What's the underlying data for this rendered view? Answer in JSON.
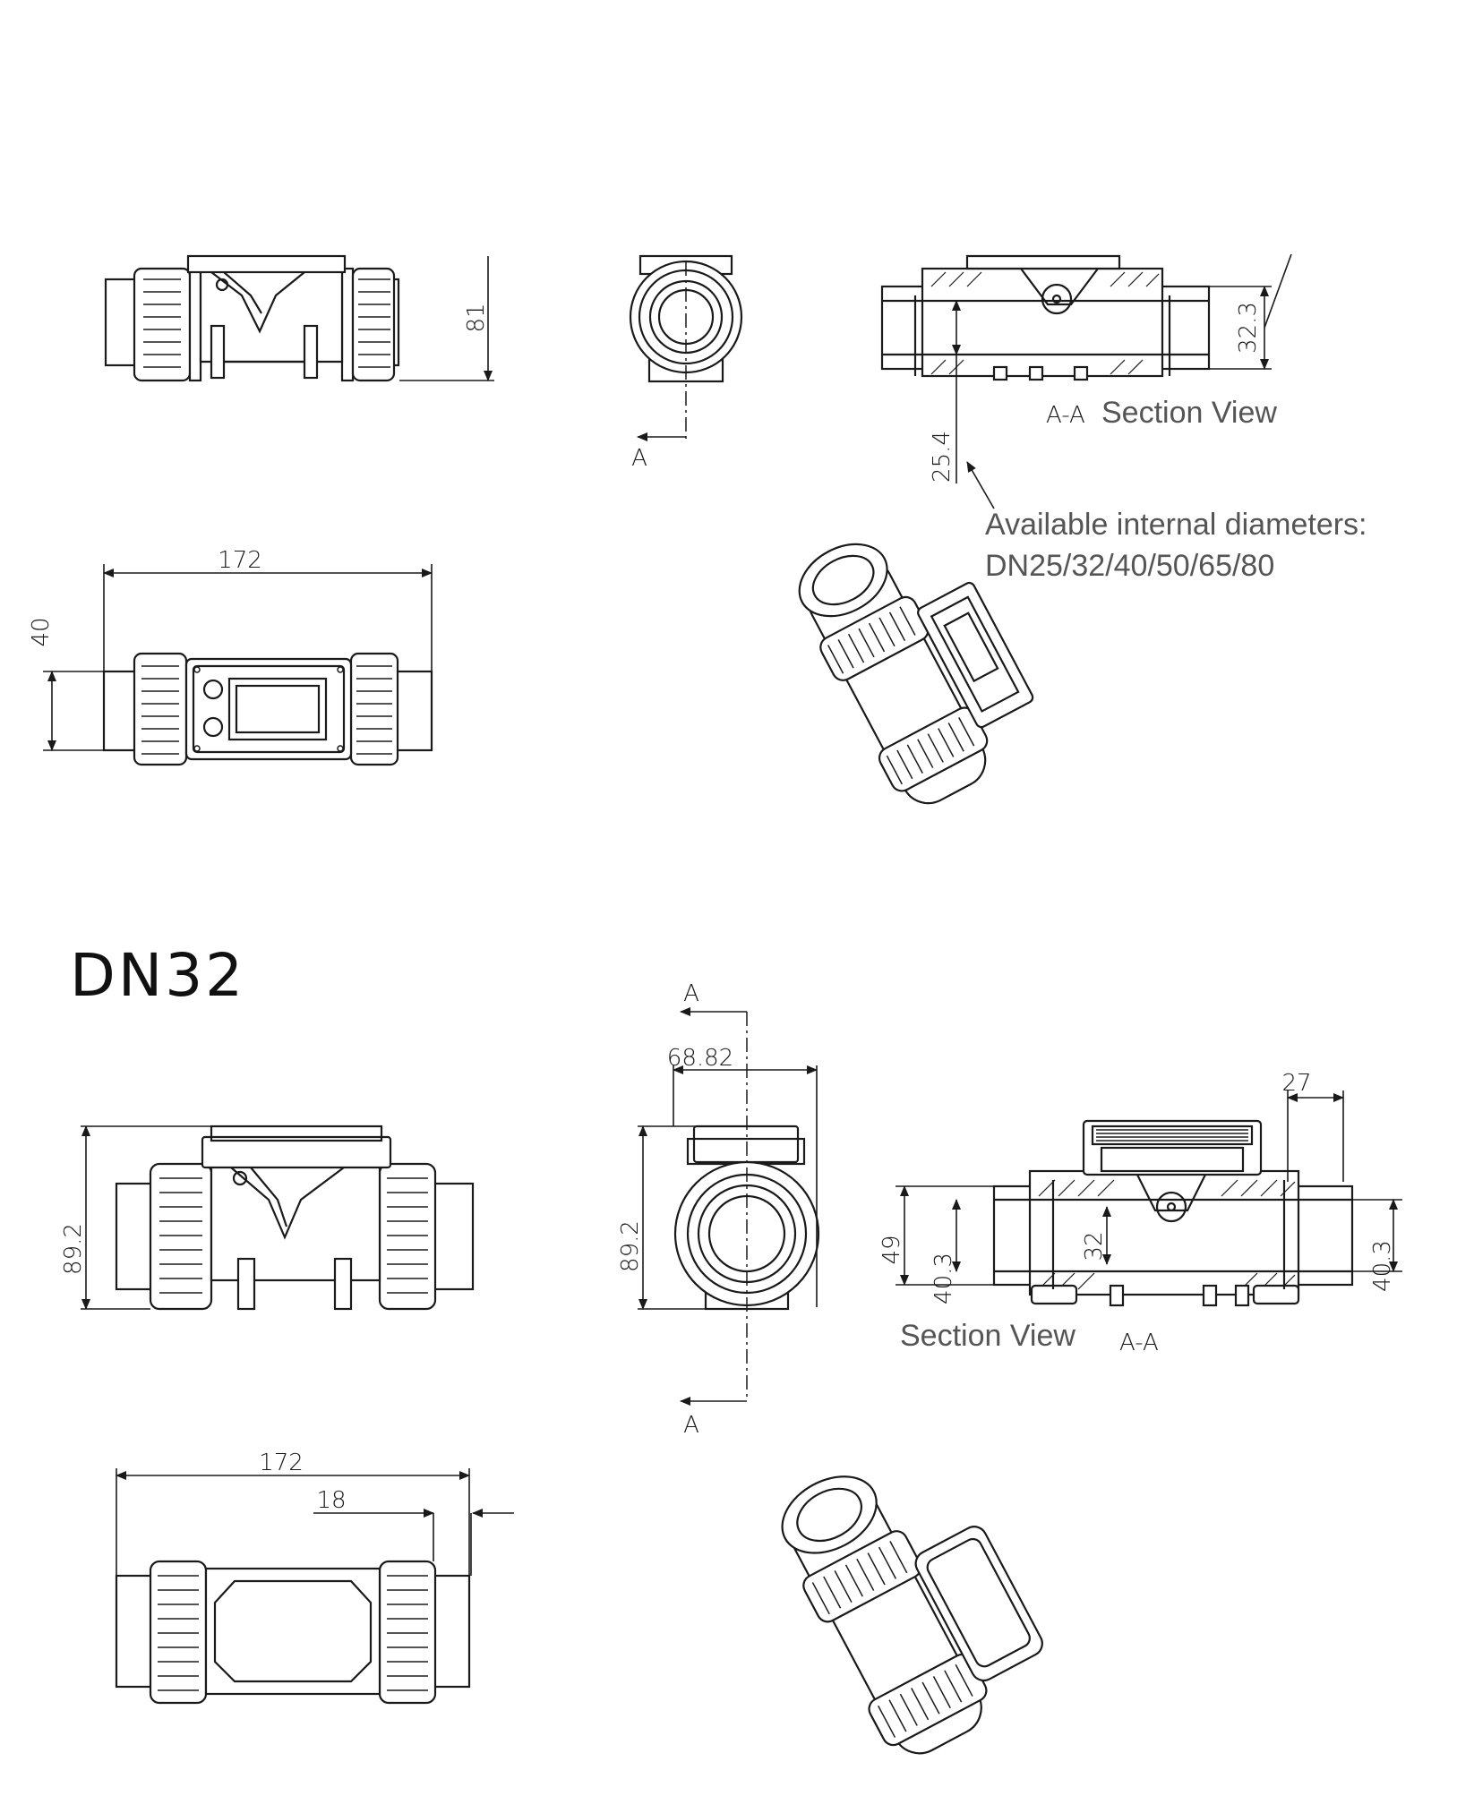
{
  "top": {
    "dimensions": {
      "height": "81",
      "length": "172",
      "width": "40",
      "bore_outer": "32.3",
      "bore_inner": "25.4"
    },
    "section_marker": "A",
    "section_label_mark": "A-A",
    "section_label_text": "Section View",
    "note_line1": "Available internal diameters:",
    "note_line2": "DN25/32/40/50/65/80"
  },
  "bottom": {
    "heading": "DN32",
    "dimensions": {
      "front_height": "89.2",
      "side_height": "89.2",
      "side_width": "68.82",
      "section_offset": "27",
      "section_outer": "49",
      "section_inner_left": "40.3",
      "section_bore": "32",
      "section_inner_right": "40.3",
      "length": "172",
      "offset": "18"
    },
    "section_marker_top": "A",
    "section_marker_bottom": "A",
    "section_label_text": "Section View",
    "section_label_mark": "A-A"
  }
}
